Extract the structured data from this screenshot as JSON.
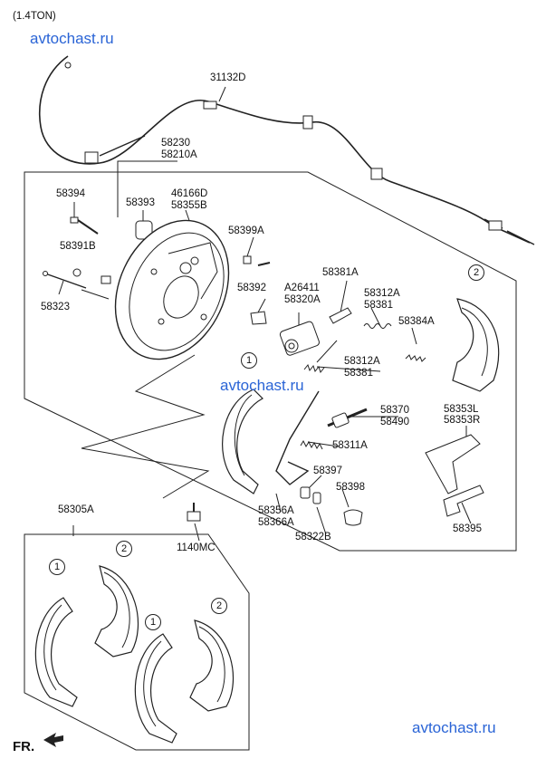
{
  "header": {
    "variant": "(1.4TON)"
  },
  "watermark": "avtochast.ru",
  "direction": "FR.",
  "callouts": {
    "one": "1",
    "two": "2"
  },
  "parts": {
    "p31132D": "31132D",
    "p58230": "58230",
    "p58210A": "58210A",
    "p58394": "58394",
    "p58393": "58393",
    "p46166D": "46166D",
    "p58355B": "58355B",
    "p58391B": "58391B",
    "p58323": "58323",
    "p58399A": "58399A",
    "p58392": "58392",
    "pA26411": "A26411",
    "p58320A": "58320A",
    "p58381A": "58381A",
    "p58312A_1": "58312A",
    "p58381_1": "58381",
    "p58384A": "58384A",
    "p58312A_2": "58312A",
    "p58381_2": "58381",
    "p58370": "58370",
    "p58490": "58490",
    "p58353L": "58353L",
    "p58353R": "58353R",
    "p58311A": "58311A",
    "p58397": "58397",
    "p58398": "58398",
    "p58356A": "58356A",
    "p58366A": "58366A",
    "p58322B": "58322B",
    "p58395": "58395",
    "p58305A": "58305A",
    "p1140MC": "1140MC"
  }
}
